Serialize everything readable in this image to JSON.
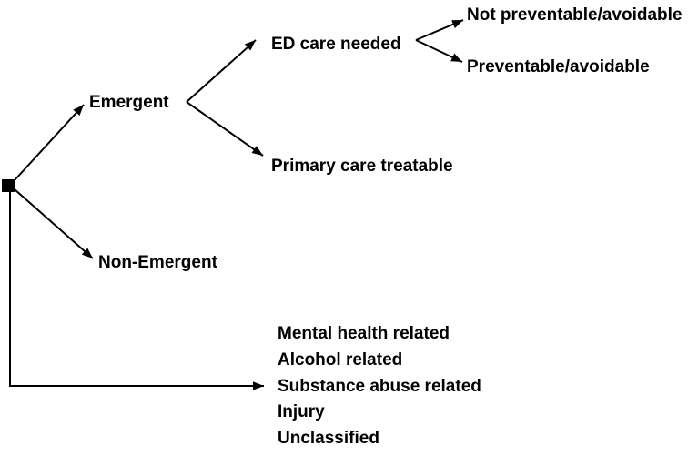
{
  "diagram": {
    "type": "decision-tree",
    "background_color": "#ffffff",
    "foreground_color": "#000000",
    "root": {
      "icon": "black-square-node"
    },
    "nodes": {
      "emergent": "Emergent",
      "non_emergent": "Non-Emergent",
      "ed_care_needed": "ED care needed",
      "primary_care_treatable": "Primary care treatable",
      "not_preventable_avoidable": "Not preventable/avoidable",
      "preventable_avoidable": "Preventable/avoidable"
    },
    "category_list": [
      "Mental health related",
      "Alcohol related",
      "Substance abuse related",
      "Injury",
      "Unclassified"
    ],
    "edges": [
      {
        "from": "root",
        "to": "emergent"
      },
      {
        "from": "root",
        "to": "non_emergent"
      },
      {
        "from": "root",
        "to": "category_list"
      },
      {
        "from": "emergent",
        "to": "ed_care_needed"
      },
      {
        "from": "emergent",
        "to": "primary_care_treatable"
      },
      {
        "from": "ed_care_needed",
        "to": "not_preventable_avoidable"
      },
      {
        "from": "ed_care_needed",
        "to": "preventable_avoidable"
      }
    ]
  }
}
